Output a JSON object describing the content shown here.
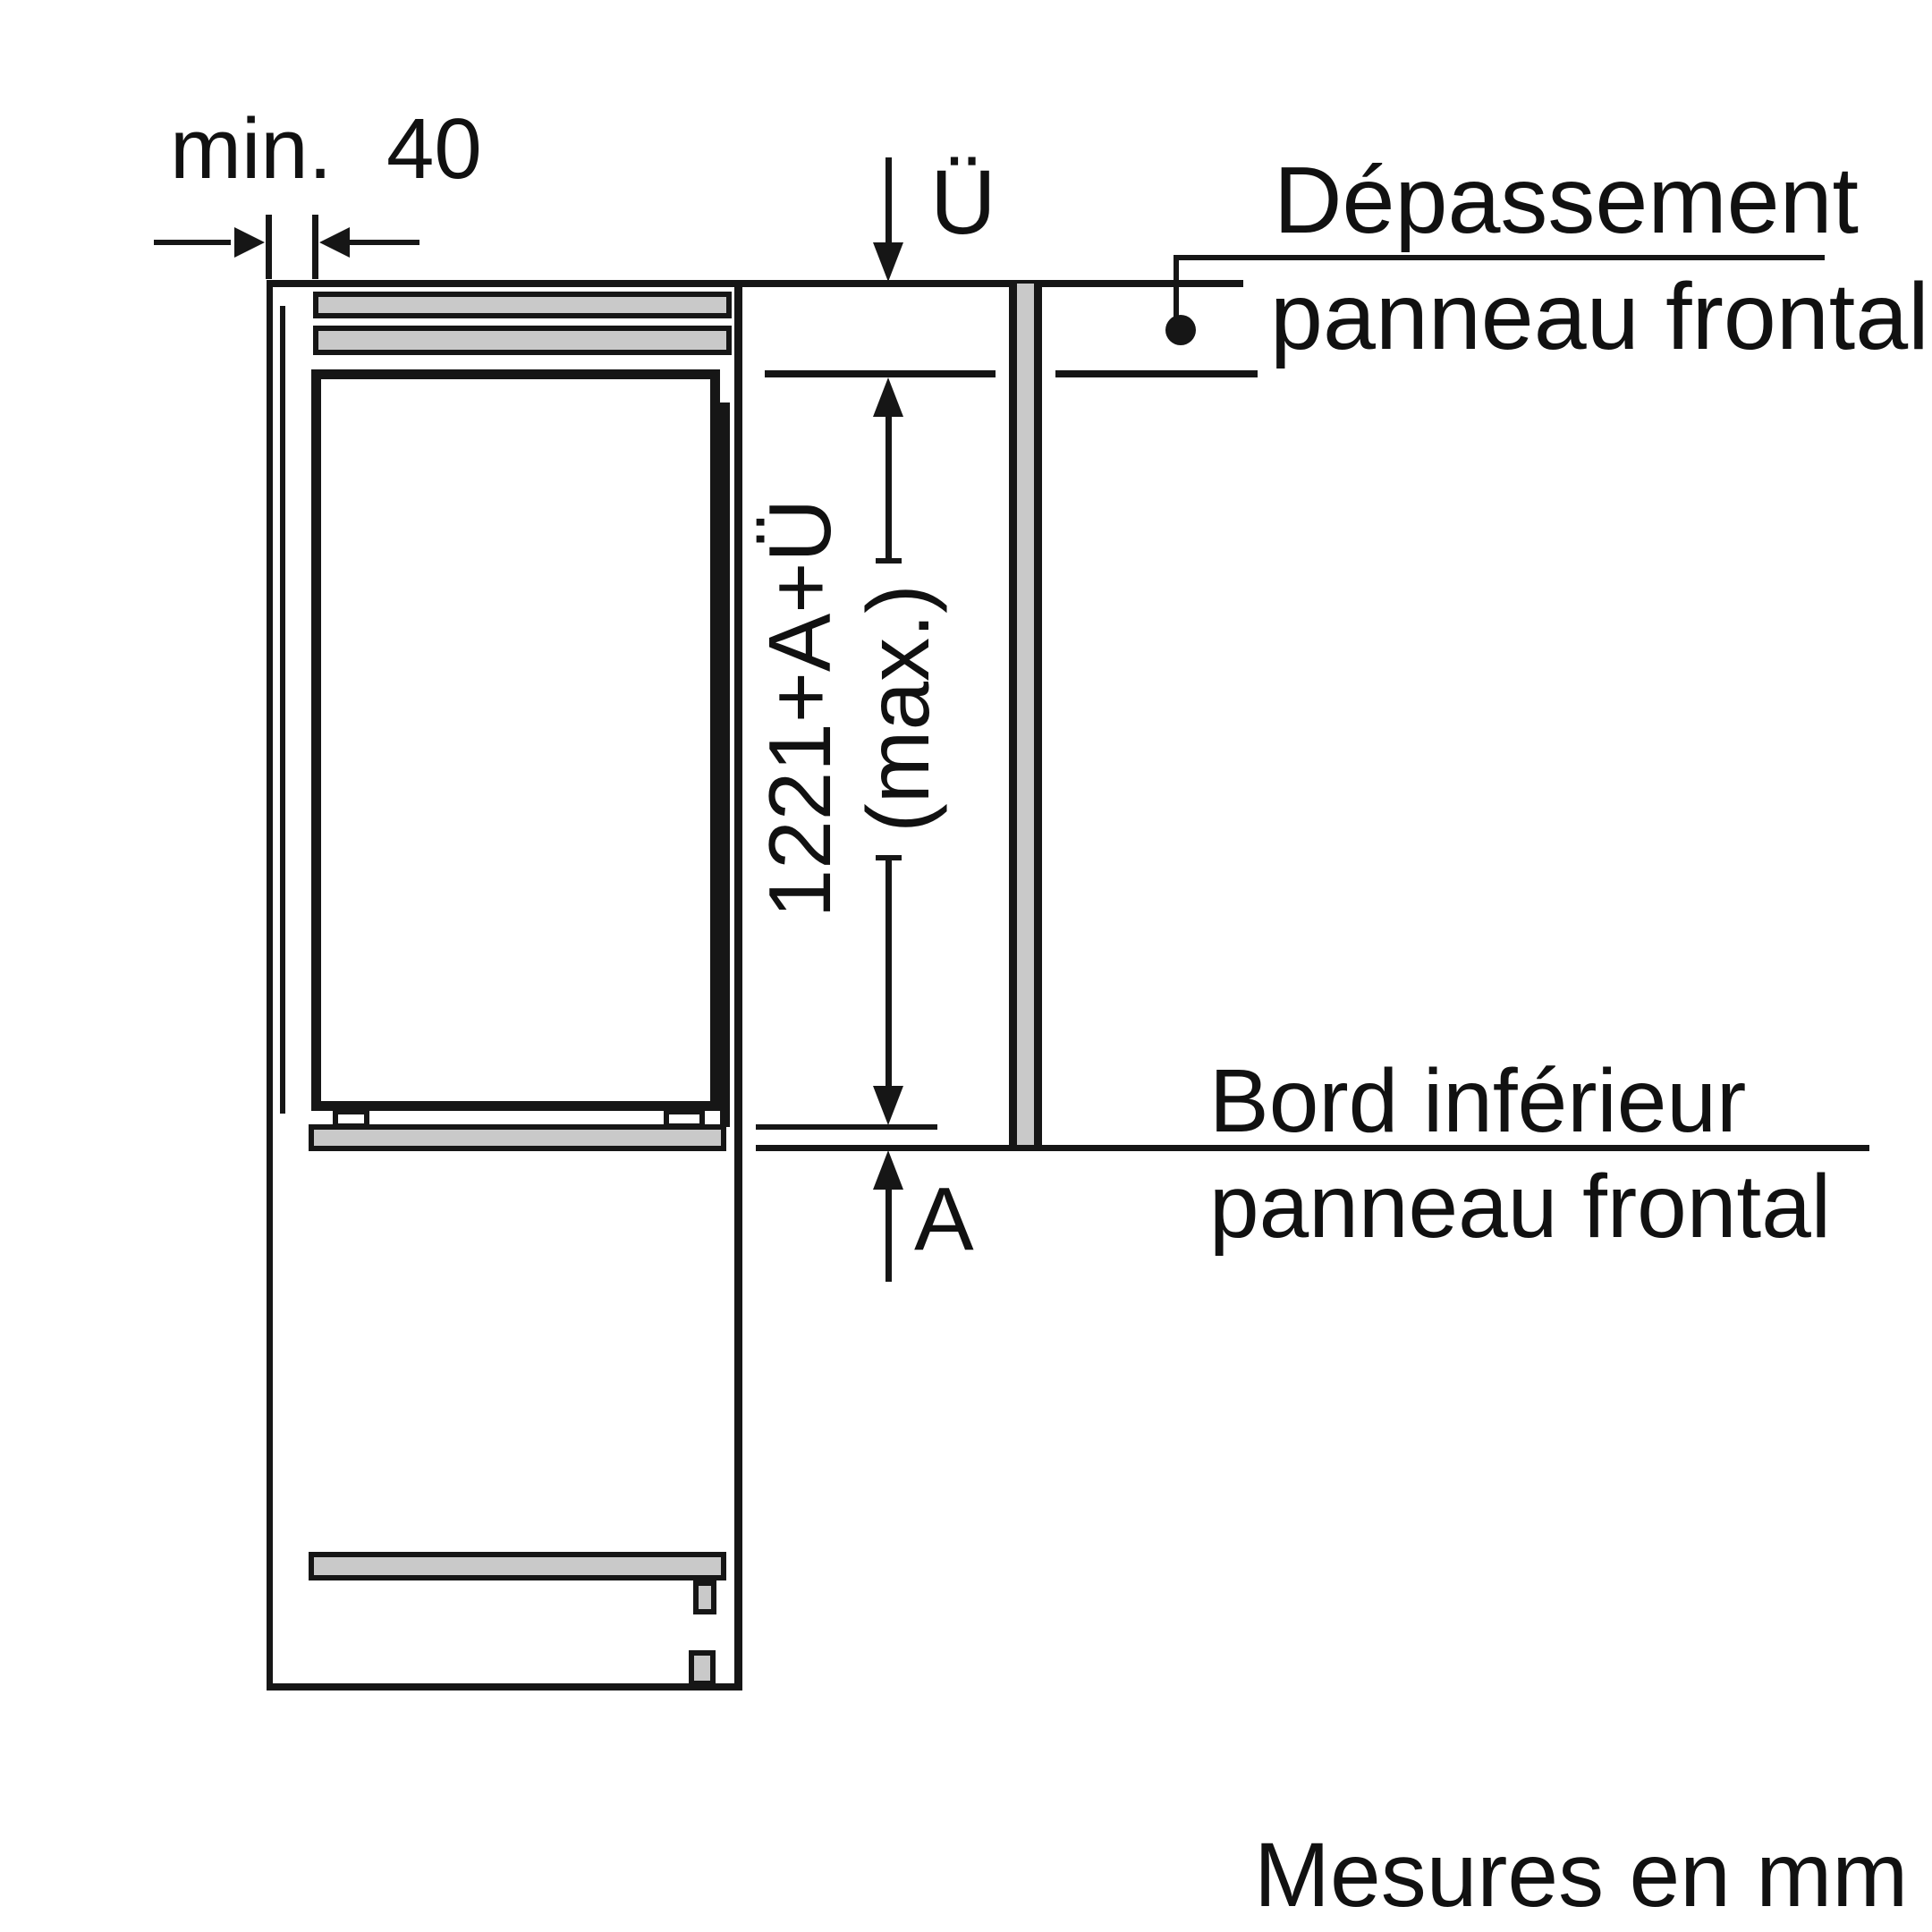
{
  "diagram": {
    "type": "installation-drawing",
    "units_note": "Mesures en mm",
    "dimensions": {
      "min_clearance": {
        "label": "min. 40"
      },
      "overhang": {
        "label": "Ü"
      },
      "niche_height": {
        "formula": "1221+A+Ü",
        "qualifier": "(max.)"
      },
      "panel_drop": {
        "label": "A"
      }
    },
    "callouts": {
      "front_panel_overhang": {
        "line1": "Dépassement",
        "line2": "panneau frontal"
      },
      "front_panel_lower_edge": {
        "line1": "Bord inférieur",
        "line2": "panneau frontal"
      }
    },
    "colors": {
      "line": "#161616",
      "panel_gray": "#c9c9c9",
      "background": "#ffffff"
    }
  }
}
